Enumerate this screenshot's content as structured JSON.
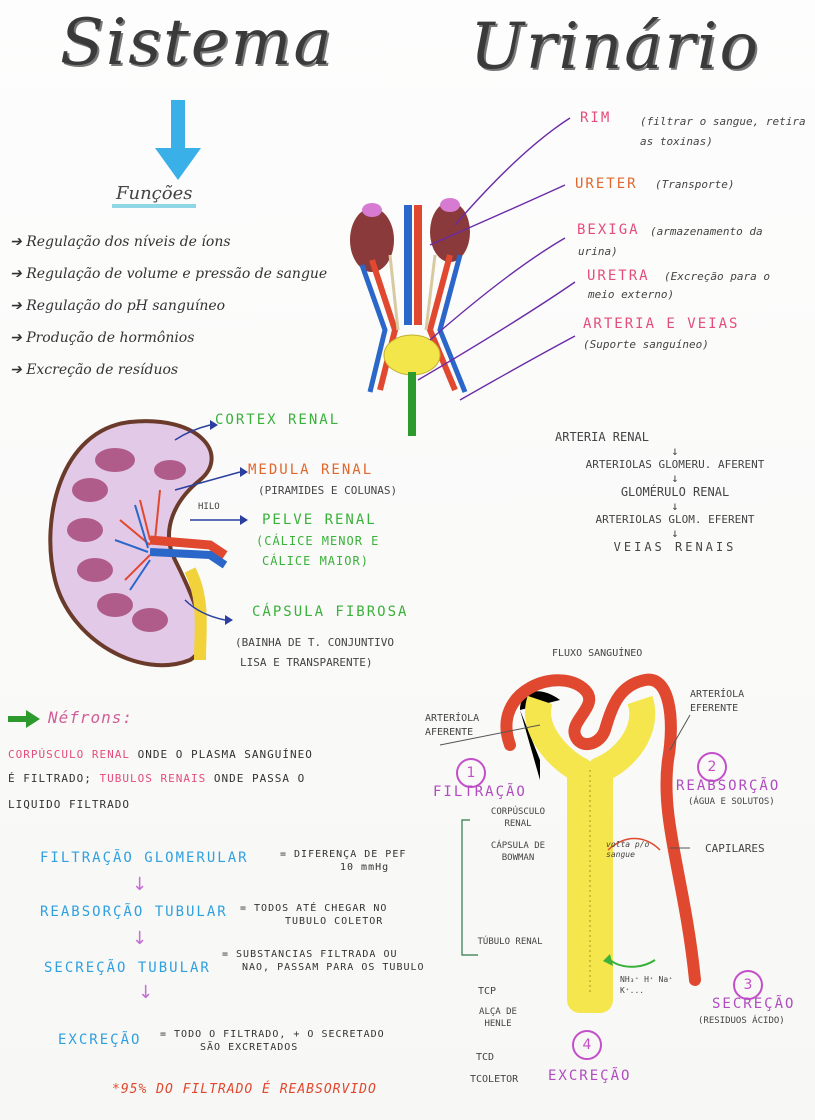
{
  "title": {
    "word1": "Sistema",
    "word2": "Urinário"
  },
  "funcoes": {
    "heading": "Funções",
    "items": [
      "Regulação dos níveis de íons",
      "Regulação de volume e pressão de sangue",
      "Regulação do pH sanguíneo",
      "Produção de hormônios",
      "Excreção de resíduos"
    ]
  },
  "organs": [
    {
      "name": "RIM",
      "desc": "(filtrar o sangue, retira as toxinas)"
    },
    {
      "name": "URETER",
      "desc": "(Transporte)"
    },
    {
      "name": "BEXIGA",
      "desc": "(armazenamento da urina)"
    },
    {
      "name": "URETRA",
      "desc": "(Excreção para o meio externo)"
    },
    {
      "name": "ARTERIA E VEIAS",
      "desc": "(Suporte sanguíneo)"
    }
  ],
  "kidney_labels": {
    "cortex": "CORTEX RENAL",
    "medula": "MEDULA RENAL",
    "medula_sub": "(PIRAMIDES E COLUNAS)",
    "hilo": "HILO",
    "pelve": "PELVE RENAL",
    "pelve_sub1": "(CÁLICE MENOR E",
    "pelve_sub2": "CÁLICE MAIOR)",
    "capsula": "CÁPSULA FIBROSA",
    "capsula_sub1": "(BAINHA DE T. CONJUNTIVO",
    "capsula_sub2": "LISA E TRANSPARENTE)"
  },
  "blood_chain": [
    "ARTERIA RENAL",
    "ARTERIOLAS GLOMERU. AFERENT",
    "GLOMÉRULO RENAL",
    "ARTERIOLAS GLOM. EFERENT",
    "VEIAS RENAIS"
  ],
  "nefrons": {
    "heading": "Néfrons:",
    "line1_part1": "CORPÚSCULO RENAL",
    "line1_part2": "ONDE O PLASMA SANGUÍNEO",
    "line2_part1": "É FILTRADO;",
    "line2_part2": "TUBULOS RENAIS",
    "line2_part3": "ONDE PASSA O",
    "line3": "LIQUIDO FILTRADO"
  },
  "processes": [
    {
      "name": "FILTRAÇÃO GLOMERULAR",
      "desc1": "= DIFERENÇA DE PEF",
      "desc2": "10 mmHg"
    },
    {
      "name": "REABSORÇÃO TUBULAR",
      "desc1": "= TODOS ATÉ CHEGAR NO",
      "desc2": "TUBULO COLETOR"
    },
    {
      "name": "SECREÇÃO TUBULAR",
      "desc1": "= SUBSTANCIAS FILTRADA OU",
      "desc2": "NAO, PASSAM PARA OS TUBULO"
    },
    {
      "name": "EXCREÇÃO",
      "desc1": "= TODO O FILTRADO, + O SECRETADO",
      "desc2": "SÃO EXCRETADOS"
    }
  ],
  "footnote": "*95% DO FILTRADO É REABSORVIDO",
  "nephron_diagram": {
    "fluxo": "FLUXO SANGUÍNEO",
    "aferente": "ARTERÍOLA AFERENTE",
    "eferente": "ARTERÍOLA EFERENTE",
    "filtracao_num": "1",
    "filtracao": "FILTRAÇÃO",
    "corpusculo": "CORPÚSCULO RENAL",
    "capsula": "CÁPSULA DE BOWMAN",
    "tubulo": "TÚBULO RENAL",
    "tcp": "TCP",
    "alca": "ALÇA DE HENLE",
    "tcd": "TCD",
    "tcoletor": "TCOLETOR",
    "reabs_num": "2",
    "reabs": "REABSORÇÃO",
    "reabs_sub": "(ÁGUA E SOLUTOS)",
    "volta": "volta p/o sangue",
    "capilares": "CAPILARES",
    "ions": "NH₃⁺ H⁺ Na⁺ K⁺...",
    "secr_num": "3",
    "secrecao": "SECREÇÃO",
    "secr_sub": "(RESIDUOS ÁCIDO)",
    "excr_num": "4",
    "excrecao": "EXCREÇÃO"
  },
  "colors": {
    "artery": "#e0482f",
    "vein": "#2b66c9",
    "kidney": "#8a3a3a",
    "bladder": "#f2e64a",
    "tubule": "#f4e64c",
    "arrow_blue": "#3ab0e8"
  }
}
